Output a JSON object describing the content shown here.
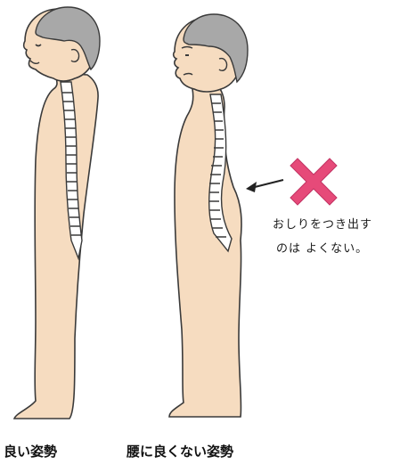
{
  "captions": {
    "good_posture": "良い姿勢",
    "bad_posture": "腰に良くない姿勢"
  },
  "annotation": {
    "line1": "おしりをつき出す",
    "line2": "のは よくない。"
  },
  "colors": {
    "skin": "#f6dcc0",
    "hair": "#a8a8a8",
    "outline": "#3a3a3a",
    "spine": "#ffffff",
    "cross": "#e64a79"
  },
  "icons": {
    "cross": "x-mark-icon",
    "arrow": "arrow-left-icon"
  }
}
